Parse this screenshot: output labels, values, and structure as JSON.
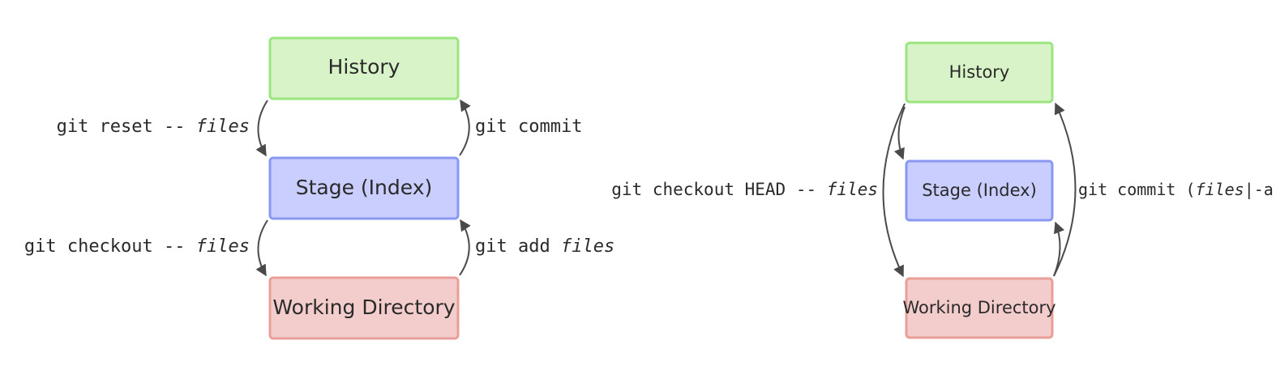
{
  "colors": {
    "history_fill": "#d9f3c8",
    "history_stroke": "#9ae57f",
    "stage_fill": "#c9ceff",
    "stage_stroke": "#8a98f2",
    "working_fill": "#f3cdcb",
    "working_stroke": "#ea9e98",
    "arrow": "#4a4a4a"
  },
  "left": {
    "history_label": "History",
    "stage_label": "Stage (Index)",
    "working_label": "Working Directory",
    "reset": {
      "cmd": "git reset -- ",
      "arg": "files"
    },
    "commit": {
      "cmd": "git commit"
    },
    "checkout": {
      "cmd": "git checkout -- ",
      "arg": "files"
    },
    "add": {
      "cmd": "git add ",
      "arg": "files"
    }
  },
  "right": {
    "history_label": "History",
    "stage_label": "Stage (Index)",
    "working_label": "Working Directory",
    "checkout_head": {
      "cmd": "git checkout HEAD -- ",
      "arg": "files"
    },
    "commit_all": {
      "cmd": "git commit (",
      "arg": "files",
      "suffix": "|-a)"
    }
  }
}
